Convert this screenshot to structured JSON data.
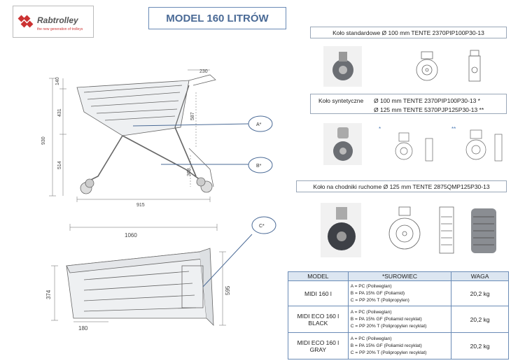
{
  "logo": {
    "brand": "Rabtrolley",
    "tagline": "the new generation of trolleys"
  },
  "title": "MODEL 160 LITRÓW",
  "wheels": {
    "standard": "Koło standardowe Ø 100 mm TENTE 2370PIP100P30-13",
    "synthetic_label": "Koło syntetyczne",
    "synthetic_line1": "Ø 100 mm TENTE 2370PIP100P30-13 *",
    "synthetic_line2": "Ø 125 mm TENTE 5370PJP125P30-13 **",
    "escalator": "Koło na chodniki ruchome Ø 125 mm TENTE 2875QMP125P30-13",
    "star1": "*",
    "star2": "**"
  },
  "side_view": {
    "d_230": "230",
    "d_140": "140",
    "d_431": "431",
    "d_930": "930",
    "d_514": "514",
    "d_587": "587",
    "d_368": "368",
    "d_915": "915",
    "callout_a": "A*",
    "callout_b": "B*"
  },
  "top_view": {
    "d_1060": "1060",
    "d_374": "374",
    "d_595": "595",
    "d_180": "180",
    "callout_c": "C*"
  },
  "spec_table": {
    "headers": [
      "MODEL",
      "*SUROWIEC",
      "WAGA"
    ],
    "rows": [
      {
        "model": "MIDI 160 l",
        "materials": [
          "A = PC (Poliweglan)",
          "B = PA 15% GF (Poliamid)",
          "C = PP 20% T (Polipropylen)"
        ],
        "weight": "20,2 kg"
      },
      {
        "model": "MIDI ECO 160 l BLACK",
        "materials": [
          "A = PC (Poliweglan)",
          "B = PA 15% GF (Poliamid recyklat)",
          "C = PP 20% T (Polipropylen recyklat)"
        ],
        "weight": "20,2 kg"
      },
      {
        "model": "MIDI ECO 160 l GRAY",
        "materials": [
          "A = PC (Poliweglan)",
          "B = PA 15% GF (Poliamid recyklat)",
          "C = PP 20% T (Polipropylen recyklat)"
        ],
        "weight": "20,2 kg"
      }
    ]
  },
  "colors": {
    "accent": "#4a6a96",
    "table_header": "#dce6f1",
    "logo_red": "#cc3333"
  }
}
